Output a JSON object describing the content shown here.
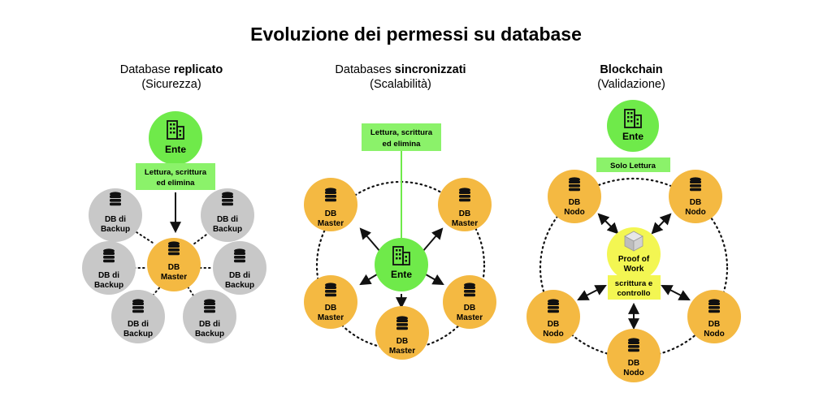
{
  "title": "Evoluzione dei permessi su database",
  "colors": {
    "green": "#6fea4a",
    "lightgreen": "#8bf26a",
    "orange": "#f4b942",
    "gray": "#c8c8c8",
    "yellow": "#f3f652"
  },
  "sections": {
    "replicated": {
      "heading_prefix": "Database ",
      "heading_bold": "replicato",
      "subtitle": "(Sicurezza)",
      "entity": "Ente",
      "permission_line1": "Lettura, scrittura",
      "permission_line2": "ed elimina",
      "master_line1": "DB",
      "master_line2": "Master",
      "backup_line1": "DB di",
      "backup_line2": "Backup"
    },
    "synced": {
      "heading_prefix": "Databases ",
      "heading_bold": "sincronizzati",
      "subtitle": "(Scalabilità)",
      "entity": "Ente",
      "permission_line1": "Lettura, scrittura",
      "permission_line2": "ed elimina",
      "node_line1": "DB",
      "node_line2": "Master"
    },
    "blockchain": {
      "heading_bold": "Blockchain",
      "subtitle": "(Validazione)",
      "entity": "Ente",
      "permission": "Solo Lettura",
      "pow_line1": "Proof of",
      "pow_line2": "Work",
      "control_line1": "scrittura e",
      "control_line2": "controllo",
      "node_line1": "DB",
      "node_line2": "Nodo"
    }
  }
}
